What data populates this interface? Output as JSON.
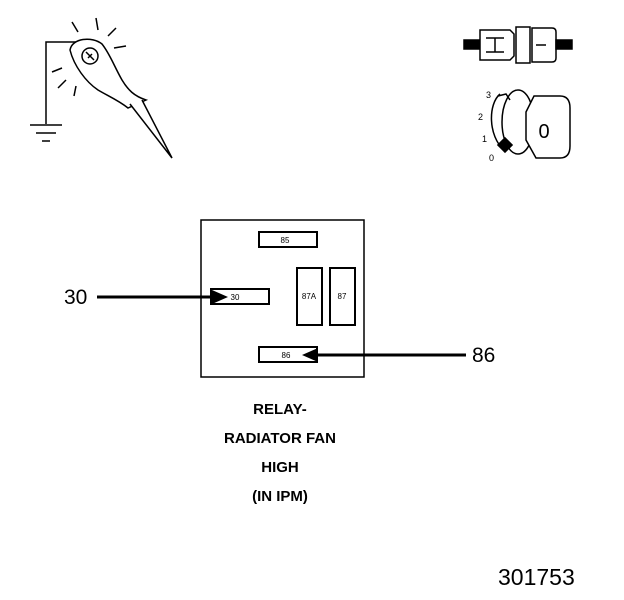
{
  "relay": {
    "pins": {
      "p85": "85",
      "p30": "30",
      "p87a": "87A",
      "p87": "87",
      "p86": "86"
    },
    "callouts": {
      "left": "30",
      "right": "86"
    }
  },
  "ignition": {
    "positions": [
      "3",
      "2",
      "1",
      "0"
    ],
    "key_label": "0"
  },
  "caption": {
    "line1": "RELAY-",
    "line2": "RADIATOR FAN",
    "line3": "HIGH",
    "line4": "(IN IPM)"
  },
  "figure_id": "301753",
  "icons": [
    "test-light-probe-icon",
    "ground-symbol-icon",
    "connector-icon",
    "ignition-key-icon"
  ]
}
